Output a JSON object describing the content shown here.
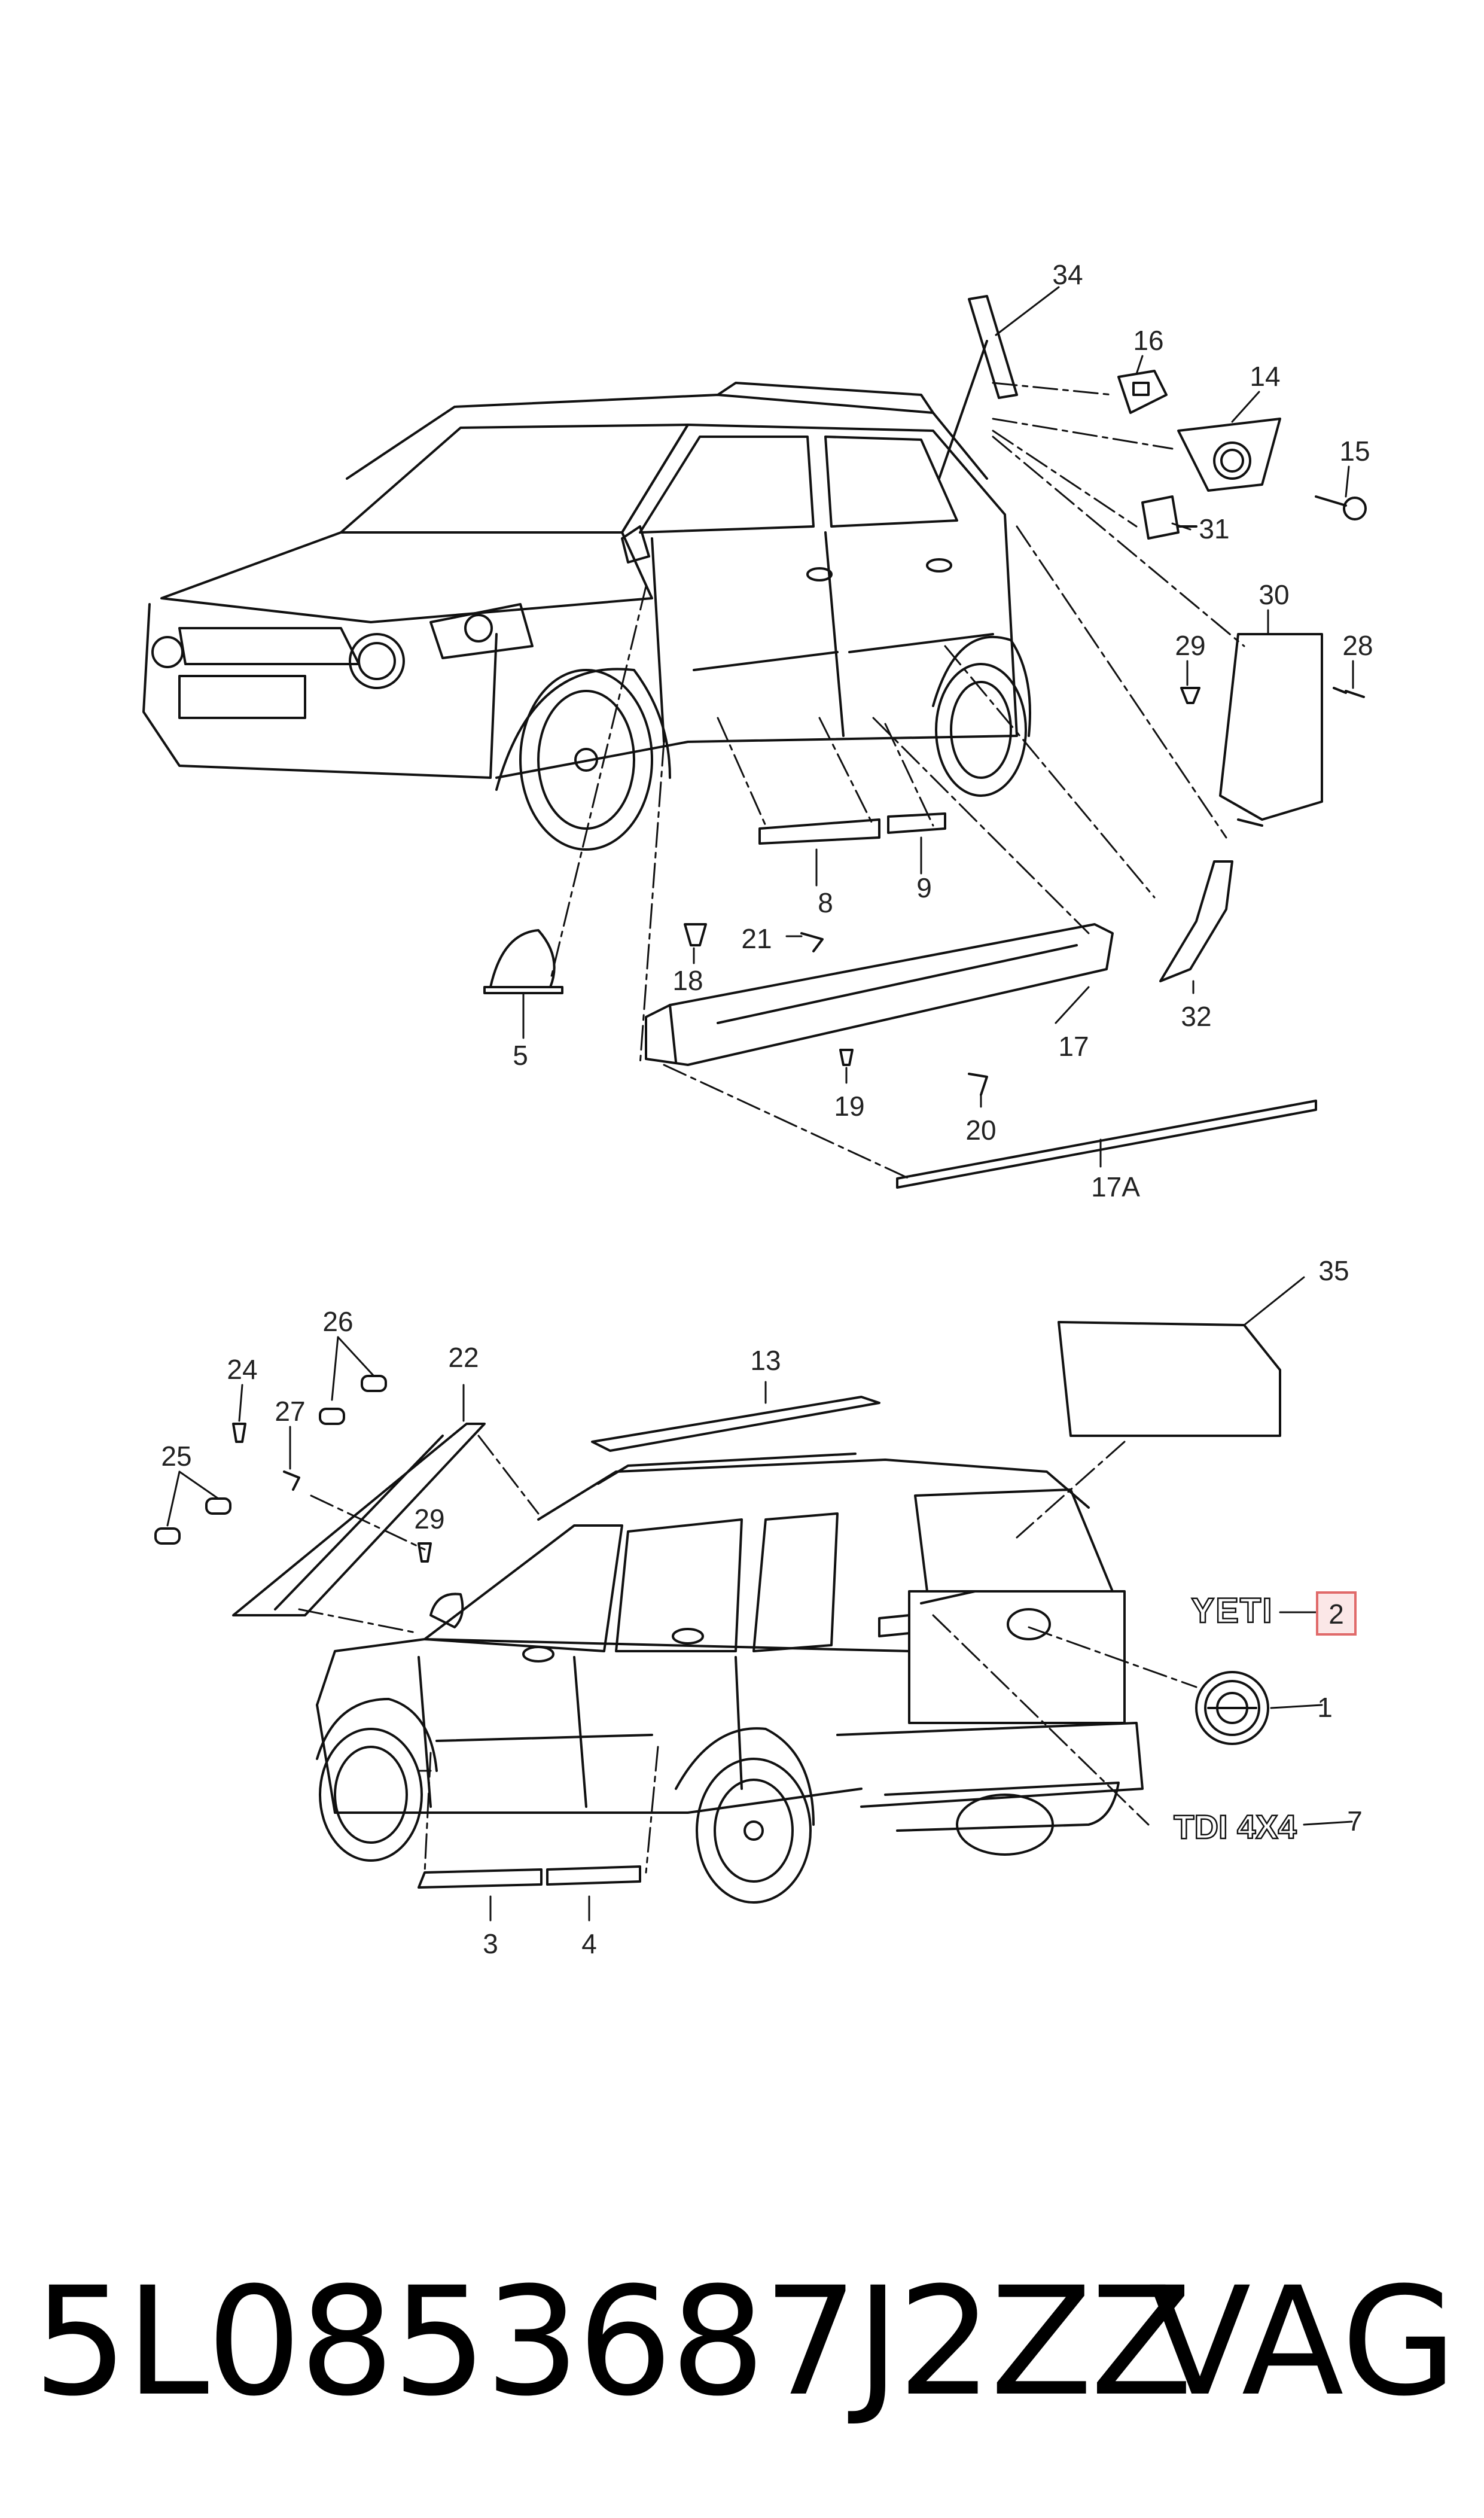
{
  "callouts": {
    "c34": "34",
    "c16": "16",
    "c14": "14",
    "c15": "15",
    "c31": "31",
    "c30": "30",
    "c29a": "29",
    "c28": "28",
    "c8": "8",
    "c9": "9",
    "c21": "21",
    "c18": "18",
    "c5": "5",
    "c17": "17",
    "c19": "19",
    "c20": "20",
    "c32": "32",
    "c17a": "17A",
    "c35": "35",
    "c13": "13",
    "c22": "22",
    "c26": "26",
    "c24": "24",
    "c27": "27",
    "c25": "25",
    "c29b": "29",
    "c2": "2",
    "c1": "1",
    "c7": "7",
    "c3": "3",
    "c4": "4"
  },
  "badges": {
    "yeti": "YETI",
    "tdi": "TDI 4X4"
  },
  "highlight_color": "#e06a6a",
  "footer": {
    "part_number": "5L0853687J2ZZ",
    "brand": "VAG"
  }
}
